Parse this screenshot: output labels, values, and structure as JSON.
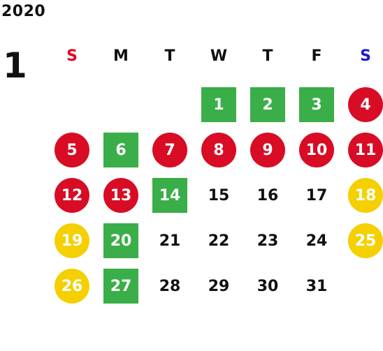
{
  "calendar": {
    "year": "2020",
    "month": "1",
    "weekdays": [
      {
        "label": "S",
        "color": "#e8001c"
      },
      {
        "label": "M",
        "color": "#111111"
      },
      {
        "label": "T",
        "color": "#111111"
      },
      {
        "label": "W",
        "color": "#111111"
      },
      {
        "label": "T",
        "color": "#111111"
      },
      {
        "label": "F",
        "color": "#111111"
      },
      {
        "label": "S",
        "color": "#1a1adb"
      }
    ],
    "day_styles": {
      "green": "#3aae48",
      "red": "#d80c24",
      "yellow": "#f4d000",
      "plain": "none"
    },
    "days": [
      {
        "day": "1",
        "style": "green"
      },
      {
        "day": "2",
        "style": "green"
      },
      {
        "day": "3",
        "style": "green"
      },
      {
        "day": "4",
        "style": "red"
      },
      {
        "day": "5",
        "style": "red"
      },
      {
        "day": "6",
        "style": "green"
      },
      {
        "day": "7",
        "style": "red"
      },
      {
        "day": "8",
        "style": "red"
      },
      {
        "day": "9",
        "style": "red"
      },
      {
        "day": "10",
        "style": "red"
      },
      {
        "day": "11",
        "style": "red"
      },
      {
        "day": "12",
        "style": "red"
      },
      {
        "day": "13",
        "style": "red"
      },
      {
        "day": "14",
        "style": "green"
      },
      {
        "day": "15",
        "style": "plain"
      },
      {
        "day": "16",
        "style": "plain"
      },
      {
        "day": "17",
        "style": "plain"
      },
      {
        "day": "18",
        "style": "yellow"
      },
      {
        "day": "19",
        "style": "yellow"
      },
      {
        "day": "20",
        "style": "green"
      },
      {
        "day": "21",
        "style": "plain"
      },
      {
        "day": "22",
        "style": "plain"
      },
      {
        "day": "23",
        "style": "plain"
      },
      {
        "day": "24",
        "style": "plain"
      },
      {
        "day": "25",
        "style": "yellow"
      },
      {
        "day": "26",
        "style": "yellow"
      },
      {
        "day": "27",
        "style": "green"
      },
      {
        "day": "28",
        "style": "plain"
      },
      {
        "day": "29",
        "style": "plain"
      },
      {
        "day": "30",
        "style": "plain"
      },
      {
        "day": "31",
        "style": "plain"
      }
    ]
  }
}
